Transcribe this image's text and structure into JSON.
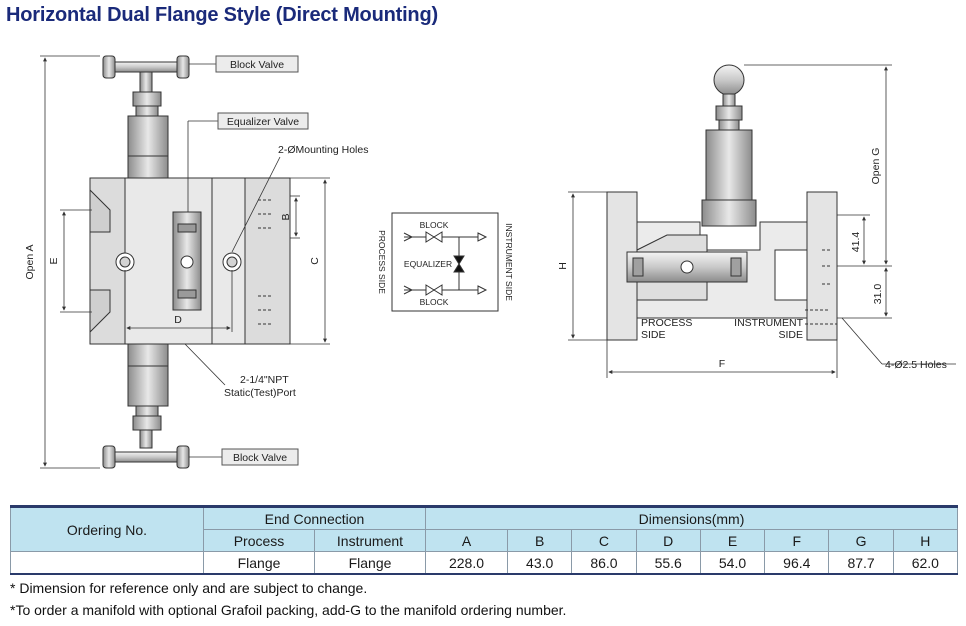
{
  "title": "Horizontal Dual Flange Style (Direct Mounting)",
  "callouts": {
    "block_valve_top": "Block Valve",
    "equalizer_valve": "Equalizer Valve",
    "mounting_holes": "2-ØMounting Holes",
    "npt_line1": "2-1/4\"NPT",
    "npt_line2": "Static(Test)Port",
    "block_valve_bottom": "Block Valve",
    "flange_holes": "4-Ø2.5 Holes"
  },
  "dimension_labels": {
    "open_a": "Open A",
    "open_g": "Open G",
    "a": "A",
    "b": "B",
    "c": "C",
    "d": "D",
    "e": "E",
    "f": "F",
    "h": "H",
    "v41": "41.4",
    "v31": "31.0"
  },
  "schematic": {
    "block_top": "BLOCK",
    "equalizer": "EQUALIZER",
    "block_bottom": "BLOCK",
    "process_side": "PROCESS SIDE",
    "instrument_side": "INSTRUMENT SIDE"
  },
  "side_view": {
    "process_line1": "PROCESS",
    "process_line2": "SIDE",
    "instrument_line1": "INSTRUMENT",
    "instrument_line2": "SIDE"
  },
  "table": {
    "ordering_header": "Ordering No.",
    "end_connection_header": "End Connection",
    "dimensions_header": "Dimensions(mm)",
    "process_header": "Process",
    "instrument_header": "Instrument",
    "dim_columns": [
      "A",
      "B",
      "C",
      "D",
      "E",
      "F",
      "G",
      "H"
    ],
    "row": {
      "ordering_no": "",
      "process": "Flange",
      "instrument": "Flange",
      "values": [
        "228.0",
        "43.0",
        "86.0",
        "55.6",
        "54.0",
        "96.4",
        "87.7",
        "62.0"
      ]
    }
  },
  "notes": [
    "* Dimension for reference only and are subject to change.",
    "*To order a manifold with optional Grafoil packing, add-G to the manifold ordering number."
  ]
}
